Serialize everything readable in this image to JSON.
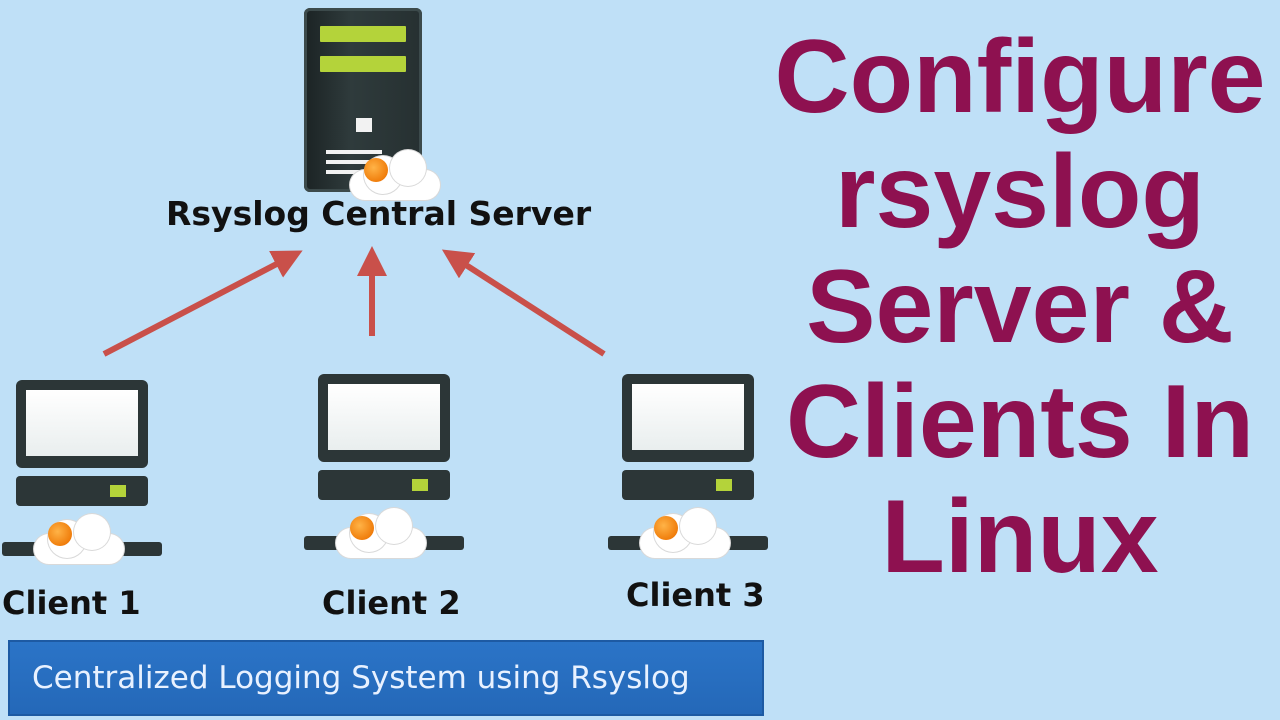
{
  "diagram": {
    "server_label": "Rsyslog Central Server",
    "clients": [
      {
        "label": "Client 1"
      },
      {
        "label": "Client 2"
      },
      {
        "label": "Client 3"
      }
    ],
    "banner_text": "Centralized Logging System using Rsyslog",
    "arrow_color": "#c9504a"
  },
  "title": {
    "lines": [
      "Configure",
      "rsyslog",
      "Server &",
      "Clients In",
      "Linux"
    ],
    "color": "#8e1150"
  }
}
